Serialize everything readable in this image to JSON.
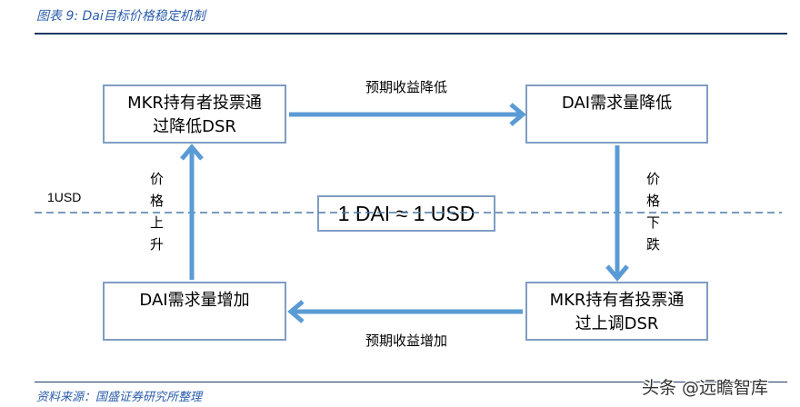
{
  "figure": {
    "title": "图表 9: Dai目标价格稳定机制",
    "source": "资料来源：国盛证券研究所整理",
    "watermark": "头条 @远瞻智库"
  },
  "diagram": {
    "reference_line_label": "1USD",
    "peg_label": "1 DAI ≈ 1 USD",
    "nodes": {
      "mkr_vote_lower_dsr": {
        "lines": [
          "MKR持有者投票通",
          "过降低DSR"
        ]
      },
      "dai_demand_down": {
        "lines": [
          "DAI需求量降低"
        ]
      },
      "mkr_vote_raise_dsr": {
        "lines": [
          "MKR持有者投票通",
          "过上调DSR"
        ]
      },
      "dai_demand_up": {
        "lines": [
          "DAI需求量增加"
        ]
      }
    },
    "edges": {
      "vote_lower_to_demand_down": "预期收益降低",
      "demand_down_to_vote_raise": "价格下跌",
      "vote_raise_to_demand_up": "预期收益增加",
      "demand_up_to_vote_lower": "价格上升"
    }
  },
  "colors": {
    "arrow": "#5B9BD5",
    "box_border": "#7F9DC4",
    "title": "#2A5CAA",
    "rule": "#1F3864",
    "dashed": "#4E7AA8",
    "text": "#000000",
    "watermark": "#333333"
  }
}
